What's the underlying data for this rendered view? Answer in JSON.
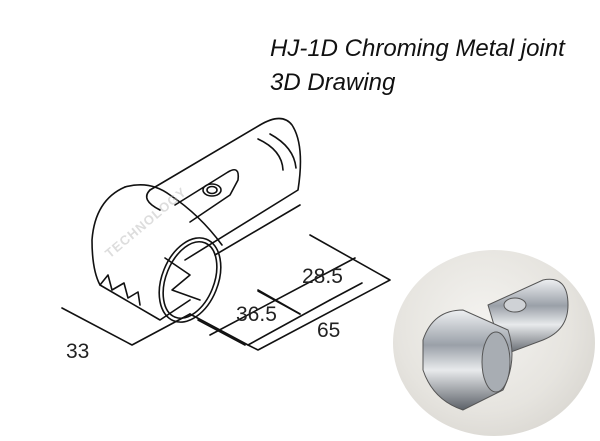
{
  "title": {
    "line1": "HJ-1D  Chroming Metal joint",
    "line2": "3D Drawing"
  },
  "dimensions": {
    "d1": "28.5",
    "d2": "36.5",
    "d3": "65",
    "d4": "33"
  },
  "watermark": "TECHNOLOGY",
  "photo": {
    "caption": "",
    "subject": "chrome metal pipe joint photo"
  },
  "colors": {
    "line": "#111111",
    "background": "#ffffff",
    "chrome": "#b8bcc2"
  }
}
